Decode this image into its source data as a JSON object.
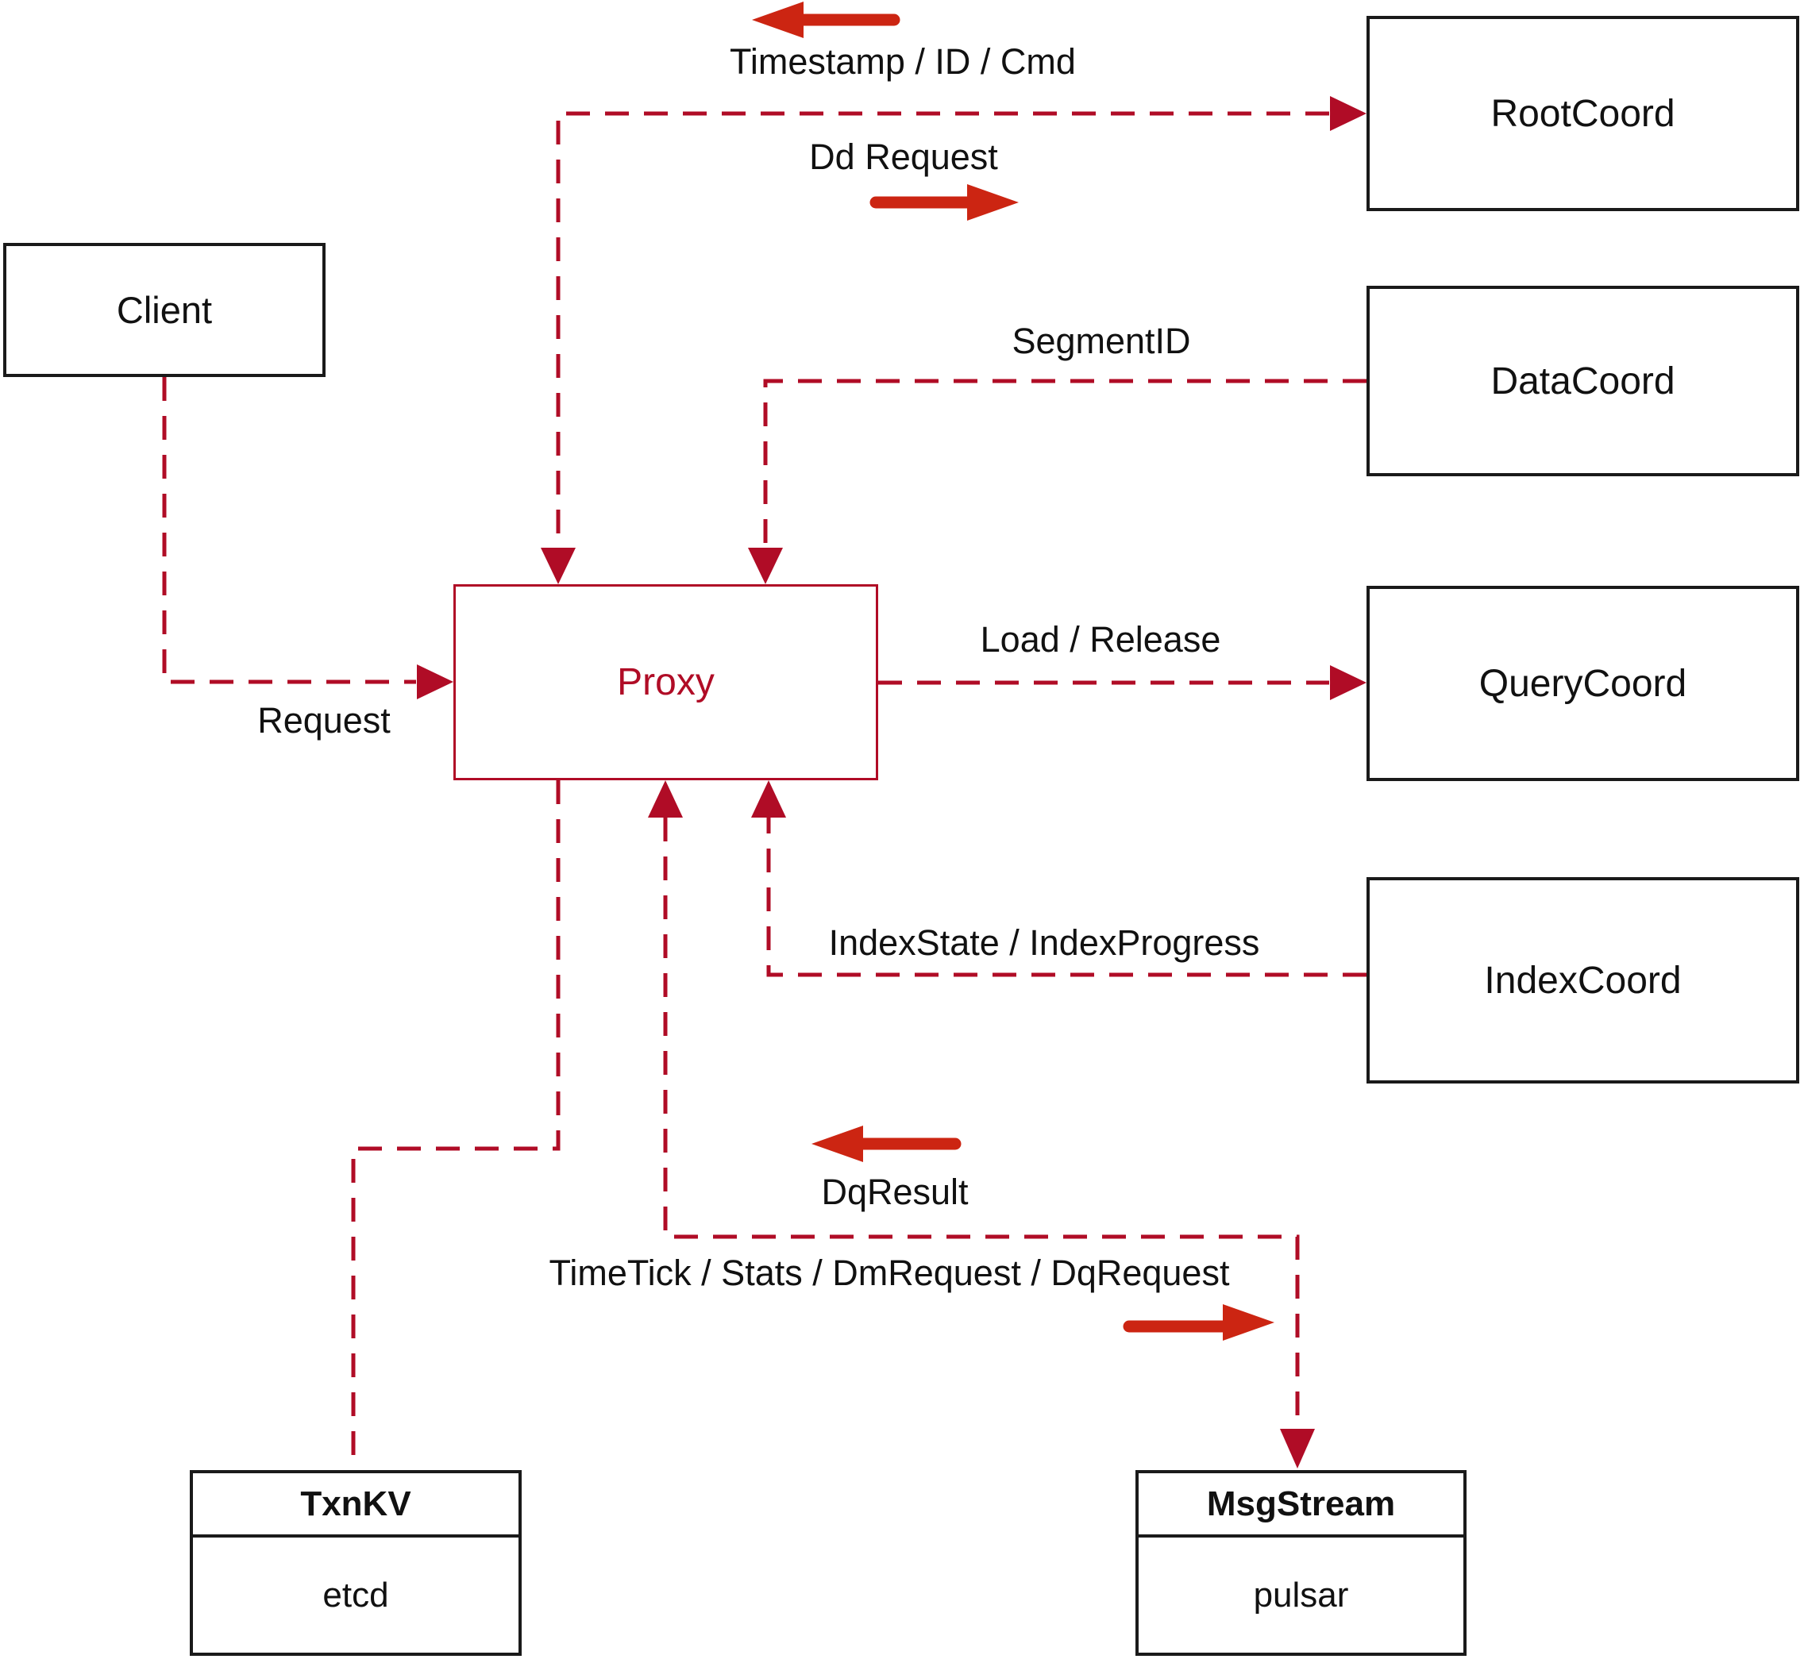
{
  "nodes": {
    "client": {
      "label": "Client"
    },
    "rootcoord": {
      "label": "RootCoord"
    },
    "datacoord": {
      "label": "DataCoord"
    },
    "querycoord": {
      "label": "QueryCoord"
    },
    "indexcoord": {
      "label": "IndexCoord"
    },
    "proxy": {
      "label": "Proxy"
    },
    "txnkv": {
      "title": "TxnKV",
      "subtitle": "etcd"
    },
    "msgstream": {
      "title": "MsgStream",
      "subtitle": "pulsar"
    }
  },
  "edge_labels": {
    "timestamp_id_cmd": "Timestamp / ID / Cmd",
    "dd_request": "Dd Request",
    "segment_id": "SegmentID",
    "request": "Request",
    "load_release": "Load / Release",
    "index_state": "IndexState / IndexProgress",
    "dq_result": "DqResult",
    "timetick_stats": "TimeTick / Stats / DmRequest / DqRequest"
  },
  "colors": {
    "dashed_line": "#b00c26",
    "solid_arrow": "#cc2512",
    "box_border": "#1a1a1a",
    "proxy_accent": "#b00c26"
  }
}
